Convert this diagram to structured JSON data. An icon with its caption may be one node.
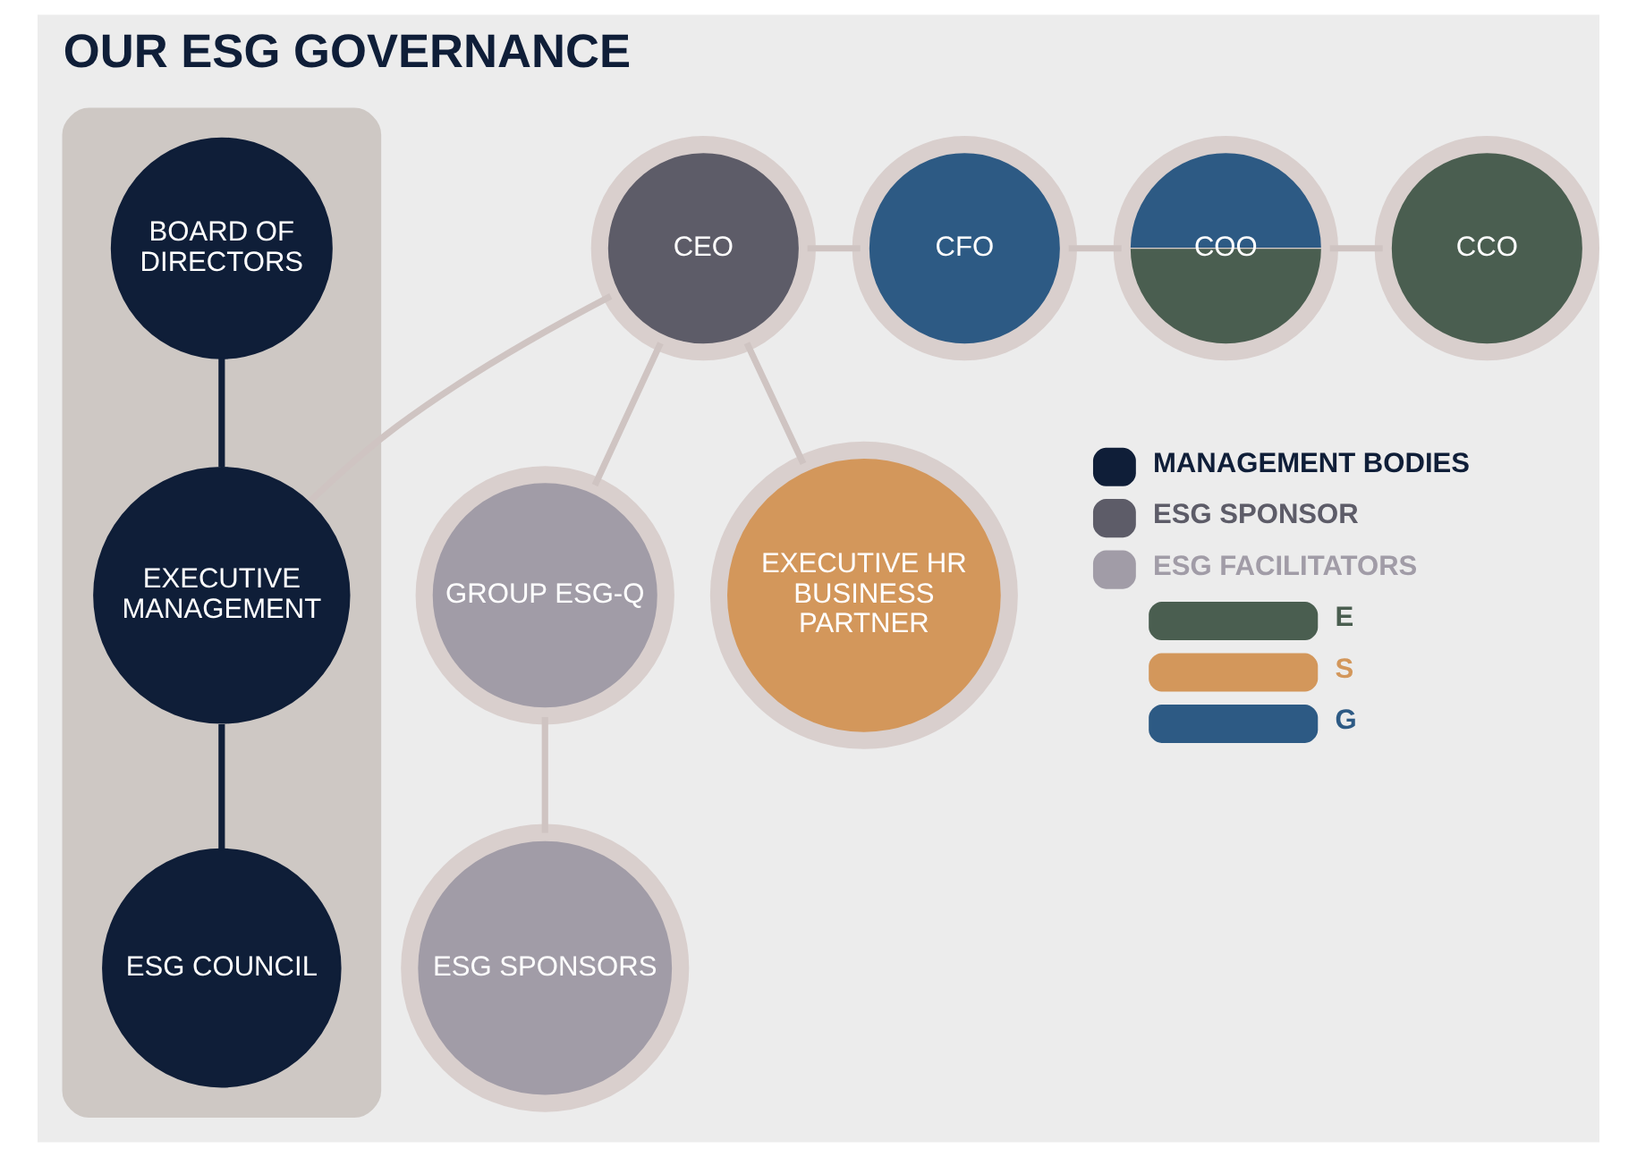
{
  "diagram": {
    "title": "OUR ESG GOVERNANCE",
    "nodes": [
      {
        "text": [],
        "shape": "box"
      },
      {
        "text": [
          "BOARD OF DIRECTORS"
        ],
        "in": 0
      },
      {
        "text": [
          "EXECUTIVE MANAGEMENT"
        ],
        "in": 0
      },
      {
        "text": [
          "ESG COUNCIL"
        ],
        "in": 0
      },
      {
        "text": [
          "CEO"
        ]
      },
      {
        "text": [
          "CFO"
        ]
      },
      {
        "text": [
          "COO"
        ]
      },
      {
        "text": [
          "CCO"
        ]
      },
      {
        "text": [
          "GROUP ESG-Q"
        ]
      },
      {
        "text": [
          "EXECUTIVE HR BUSINESS PARTNER"
        ]
      },
      {
        "text": [
          "ESG SPONSORS"
        ]
      }
    ],
    "edges": [
      {
        "from": 1,
        "to": 2,
        "arrow": "none",
        "color": "#0f1e38"
      },
      {
        "from": 2,
        "to": 3,
        "arrow": "none",
        "color": "#0f1e38"
      },
      {
        "from": 2,
        "to": 4,
        "arrow": "none"
      },
      {
        "from": 4,
        "to": 5,
        "arrow": "none"
      },
      {
        "from": 5,
        "to": 6,
        "arrow": "none"
      },
      {
        "from": 6,
        "to": 7,
        "arrow": "none"
      },
      {
        "from": 4,
        "to": 8,
        "arrow": "none"
      },
      {
        "from": 4,
        "to": 9,
        "arrow": "none"
      },
      {
        "from": 8,
        "to": 10,
        "arrow": "none"
      }
    ],
    "legend": [
      {
        "text": "MANAGEMENT BODIES",
        "color": "#0f1e38"
      },
      {
        "text": "ESG SPONSOR",
        "color": "#5d5c68"
      },
      {
        "text": "ESG FACILITATORS",
        "color": "#a19ca7"
      },
      {
        "text": "E",
        "color": "#4a5e50"
      },
      {
        "text": "S",
        "color": "#d3975b"
      },
      {
        "text": "G",
        "color": "#2d5a84"
      }
    ]
  }
}
